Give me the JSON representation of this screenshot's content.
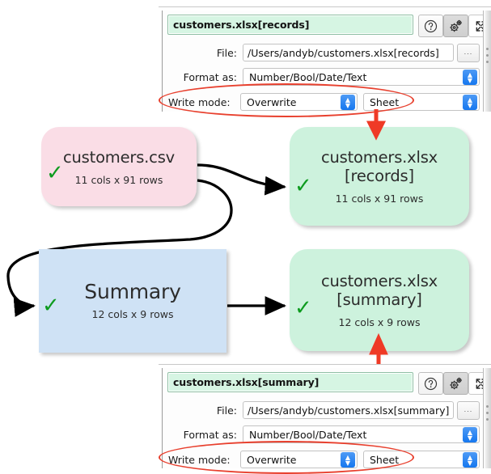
{
  "panels": [
    {
      "id": "records",
      "title": "customers.xlsx[records]",
      "help_icon": "question-circle-icon",
      "settings_icon": "gears-icon",
      "expand_icon": "expand-arrows-icon",
      "fields": {
        "file_label": "File:",
        "file_value": "/Users/andyb/customers.xlsx[records]",
        "browse_label": "...",
        "format_label": "Format as:",
        "format_value": "Number/Bool/Date/Text",
        "write_mode_label": "Write mode:",
        "write_mode_value": "Overwrite",
        "sheet_value": "Sheet"
      }
    },
    {
      "id": "summary",
      "title": "customers.xlsx[summary]",
      "help_icon": "question-circle-icon",
      "settings_icon": "gears-icon",
      "expand_icon": "expand-arrows-icon",
      "fields": {
        "file_label": "File:",
        "file_value": "/Users/andyb/customers.xlsx[summary]",
        "browse_label": "...",
        "format_label": "Format as:",
        "format_value": "Number/Bool/Date/Text",
        "write_mode_label": "Write mode:",
        "write_mode_value": "Overwrite",
        "sheet_value": "Sheet"
      }
    }
  ],
  "graph": {
    "nodes": [
      {
        "id": "customers-csv",
        "title": "customers.csv",
        "title2": "",
        "subtitle": "11 cols x 91 rows",
        "status_icon": "green-check-icon",
        "color": "#fadde6"
      },
      {
        "id": "customers-records",
        "title": "customers.xlsx",
        "title2": "[records]",
        "subtitle": "11 cols x 91 rows",
        "status_icon": "green-check-icon",
        "color": "#cdf2dd"
      },
      {
        "id": "summary",
        "title": "Summary",
        "title2": "",
        "subtitle": "12 cols x 9 rows",
        "status_icon": "green-check-icon",
        "color": "#cfe2f5"
      },
      {
        "id": "customers-summary",
        "title": "customers.xlsx",
        "title2": "[summary]",
        "subtitle": "12 cols x 9 rows",
        "status_icon": "green-check-icon",
        "color": "#cdf2dd"
      }
    ],
    "check_mark": "✓"
  },
  "colors": {
    "annotation": "#e8402e",
    "status_ok": "#0e9b1f",
    "title_field_bg": "#d6f5e3",
    "stepper_blue": "#1577ef"
  }
}
